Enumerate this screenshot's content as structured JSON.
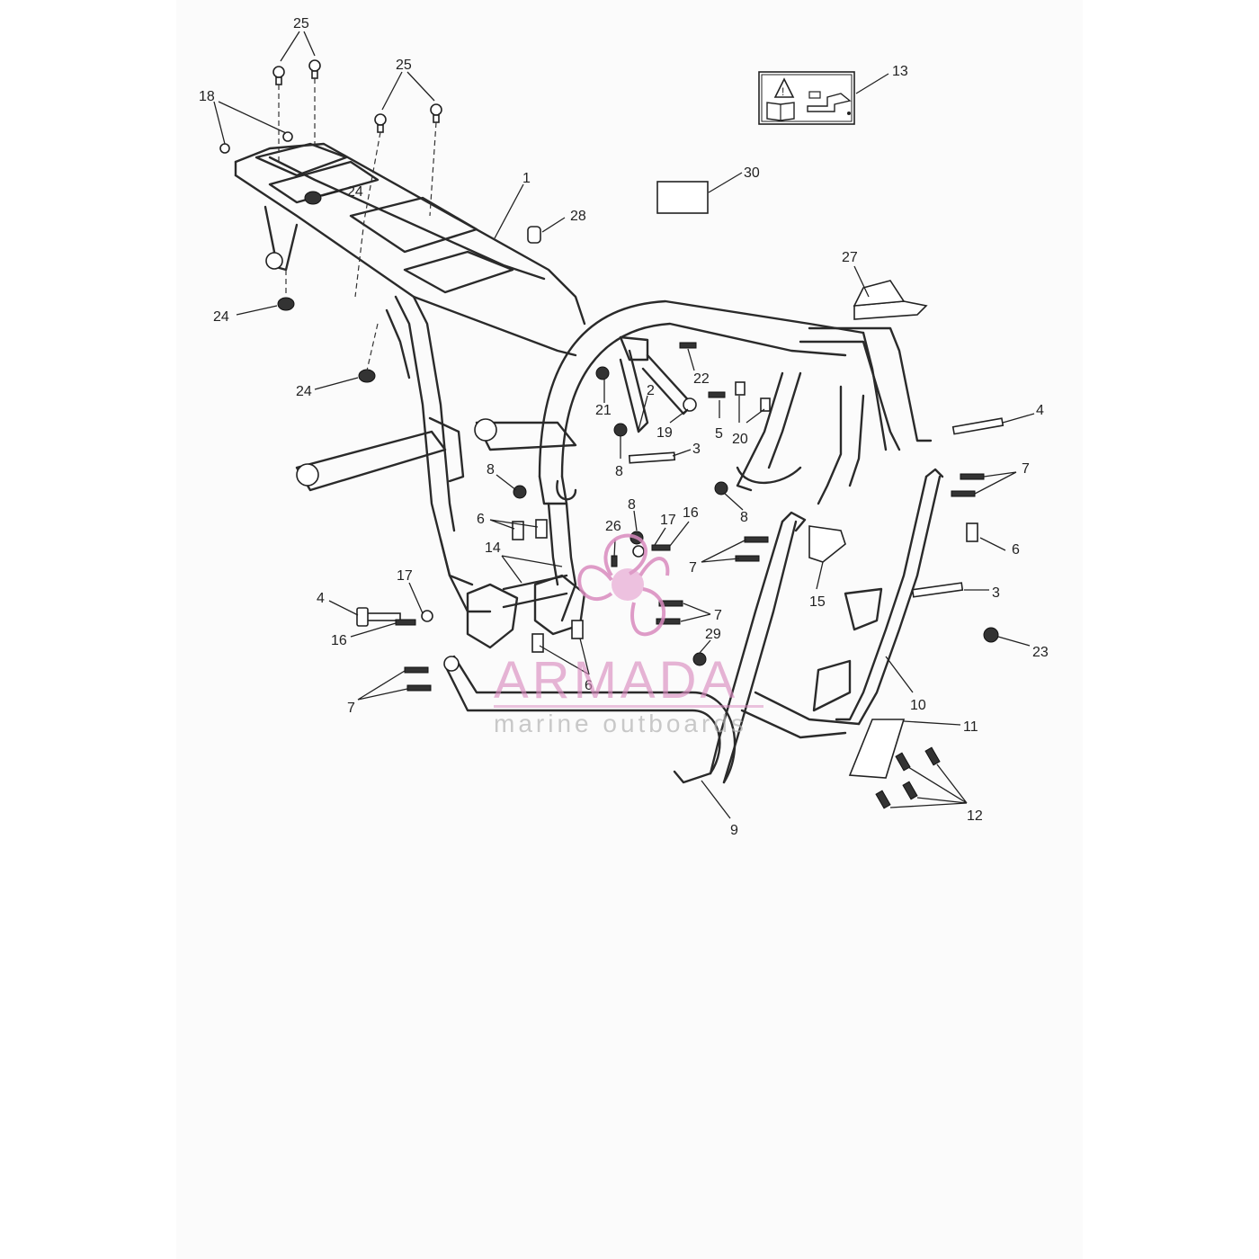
{
  "diagram": {
    "callouts": [
      {
        "id": "c25a",
        "text": "25"
      },
      {
        "id": "c25b",
        "text": "25"
      },
      {
        "id": "c18",
        "text": "18"
      },
      {
        "id": "c24a",
        "text": "24"
      },
      {
        "id": "c24b",
        "text": "24"
      },
      {
        "id": "c24c",
        "text": "24"
      },
      {
        "id": "c1",
        "text": "1"
      },
      {
        "id": "c28",
        "text": "28"
      },
      {
        "id": "c13",
        "text": "13"
      },
      {
        "id": "c30",
        "text": "30"
      },
      {
        "id": "c27",
        "text": "27"
      },
      {
        "id": "c22",
        "text": "22"
      },
      {
        "id": "c2",
        "text": "2"
      },
      {
        "id": "c21",
        "text": "21"
      },
      {
        "id": "c19",
        "text": "19"
      },
      {
        "id": "c5",
        "text": "5"
      },
      {
        "id": "c20",
        "text": "20"
      },
      {
        "id": "c4a",
        "text": "4"
      },
      {
        "id": "c3a",
        "text": "3"
      },
      {
        "id": "c8a",
        "text": "8"
      },
      {
        "id": "c8b",
        "text": "8"
      },
      {
        "id": "c8c",
        "text": "8"
      },
      {
        "id": "c8d",
        "text": "8"
      },
      {
        "id": "c7a",
        "text": "7"
      },
      {
        "id": "c6a",
        "text": "6"
      },
      {
        "id": "c26",
        "text": "26"
      },
      {
        "id": "c17a",
        "text": "17"
      },
      {
        "id": "c16a",
        "text": "16"
      },
      {
        "id": "c14",
        "text": "14"
      },
      {
        "id": "c7b",
        "text": "7"
      },
      {
        "id": "c15",
        "text": "15"
      },
      {
        "id": "c6b",
        "text": "6"
      },
      {
        "id": "c3b",
        "text": "3"
      },
      {
        "id": "c17b",
        "text": "17"
      },
      {
        "id": "c4b",
        "text": "4"
      },
      {
        "id": "c16b",
        "text": "16"
      },
      {
        "id": "c7c",
        "text": "7"
      },
      {
        "id": "c29",
        "text": "29"
      },
      {
        "id": "c23",
        "text": "23"
      },
      {
        "id": "c6c",
        "text": "6"
      },
      {
        "id": "c7d",
        "text": "7"
      },
      {
        "id": "c10",
        "text": "10"
      },
      {
        "id": "c11",
        "text": "11"
      },
      {
        "id": "c12",
        "text": "12"
      },
      {
        "id": "c9",
        "text": "9"
      }
    ]
  },
  "watermark": {
    "brand": "ARMADA",
    "tagline": "marine outboards",
    "color": "#d98bbf"
  },
  "colors": {
    "line": "#2a2a2a",
    "sheet": "#fbfbfb"
  },
  "icons": [
    "warning-triangle-icon",
    "manual-book-icon",
    "oil-can-icon"
  ]
}
